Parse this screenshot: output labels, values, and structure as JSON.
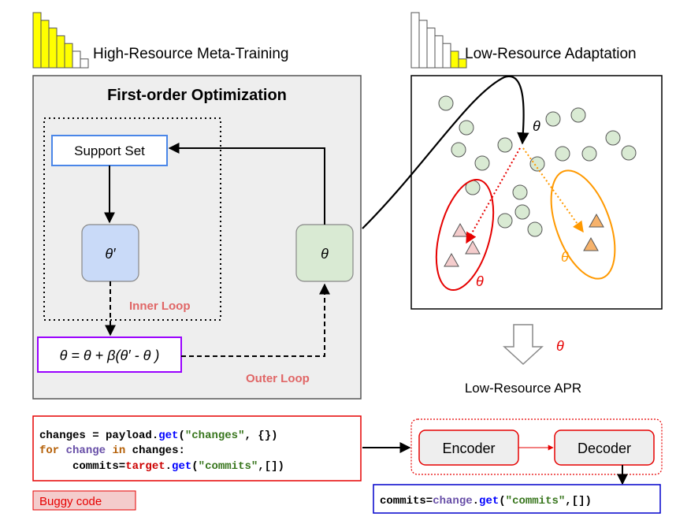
{
  "headers": {
    "meta_training": "High-Resource Meta-Training",
    "adaptation": "Low-Resource Adaptation"
  },
  "meta_panel": {
    "title": "First-order Optimization",
    "support_set": "Support Set",
    "theta_prime": "θ′",
    "theta": "θ",
    "inner_loop": "Inner Loop",
    "outer_loop": "Outer Loop",
    "update_rule": "θ = θ + β(θ′ - θ )"
  },
  "adapt_panel": {
    "theta_top": "θ",
    "theta_red": "θ",
    "theta_orange": "θ"
  },
  "down_arrow_theta": "θ",
  "apr_label": "Low-Resource APR",
  "code": {
    "line1": {
      "t1": "changes = payload.",
      "t2": "get",
      "t3": "(",
      "t4": "\"changes\"",
      "t5": ", {})"
    },
    "line2": {
      "kw_for": "for",
      "var": "change",
      "kw_in": "in",
      "rest": "changes:"
    },
    "line3": {
      "t1": "commits=",
      "t2": "target",
      "t3": ".",
      "t4": "get",
      "t5": "(",
      "t6": "\"commits\"",
      "t7": ",[])"
    },
    "buggy_label": "Buggy code"
  },
  "model": {
    "encoder": "Encoder",
    "decoder": "Decoder"
  },
  "fixed_code": {
    "t1": "commits=",
    "t2": "change",
    "t3": ".",
    "t4": "get",
    "t5": "(",
    "t6": "\"commits\"",
    "t7": ",[])"
  },
  "colors": {
    "yellow": "#ffff00",
    "red": "#e60000",
    "orange": "#ff9900",
    "loop_label": "#e06666",
    "support_border": "#4a86e8",
    "theta_prime_fill": "#c9daf8",
    "theta_fill": "#d9ead3",
    "update_border": "#9900ff",
    "circle_fill": "#d9ead3",
    "code_border": "#e60000",
    "fixed_border": "#0000cc",
    "code_blue": "#0000ff",
    "code_green": "#38761d",
    "code_purple": "#674ea7",
    "code_keyword": "#b45f06",
    "code_red": "#cc0000"
  },
  "bars_high": [
    1.0,
    0.86,
    0.72,
    0.58,
    0.44,
    0.3,
    0.16
  ],
  "bars_low": [
    1.0,
    0.86,
    0.72,
    0.58,
    0.44,
    0.3,
    0.16
  ]
}
